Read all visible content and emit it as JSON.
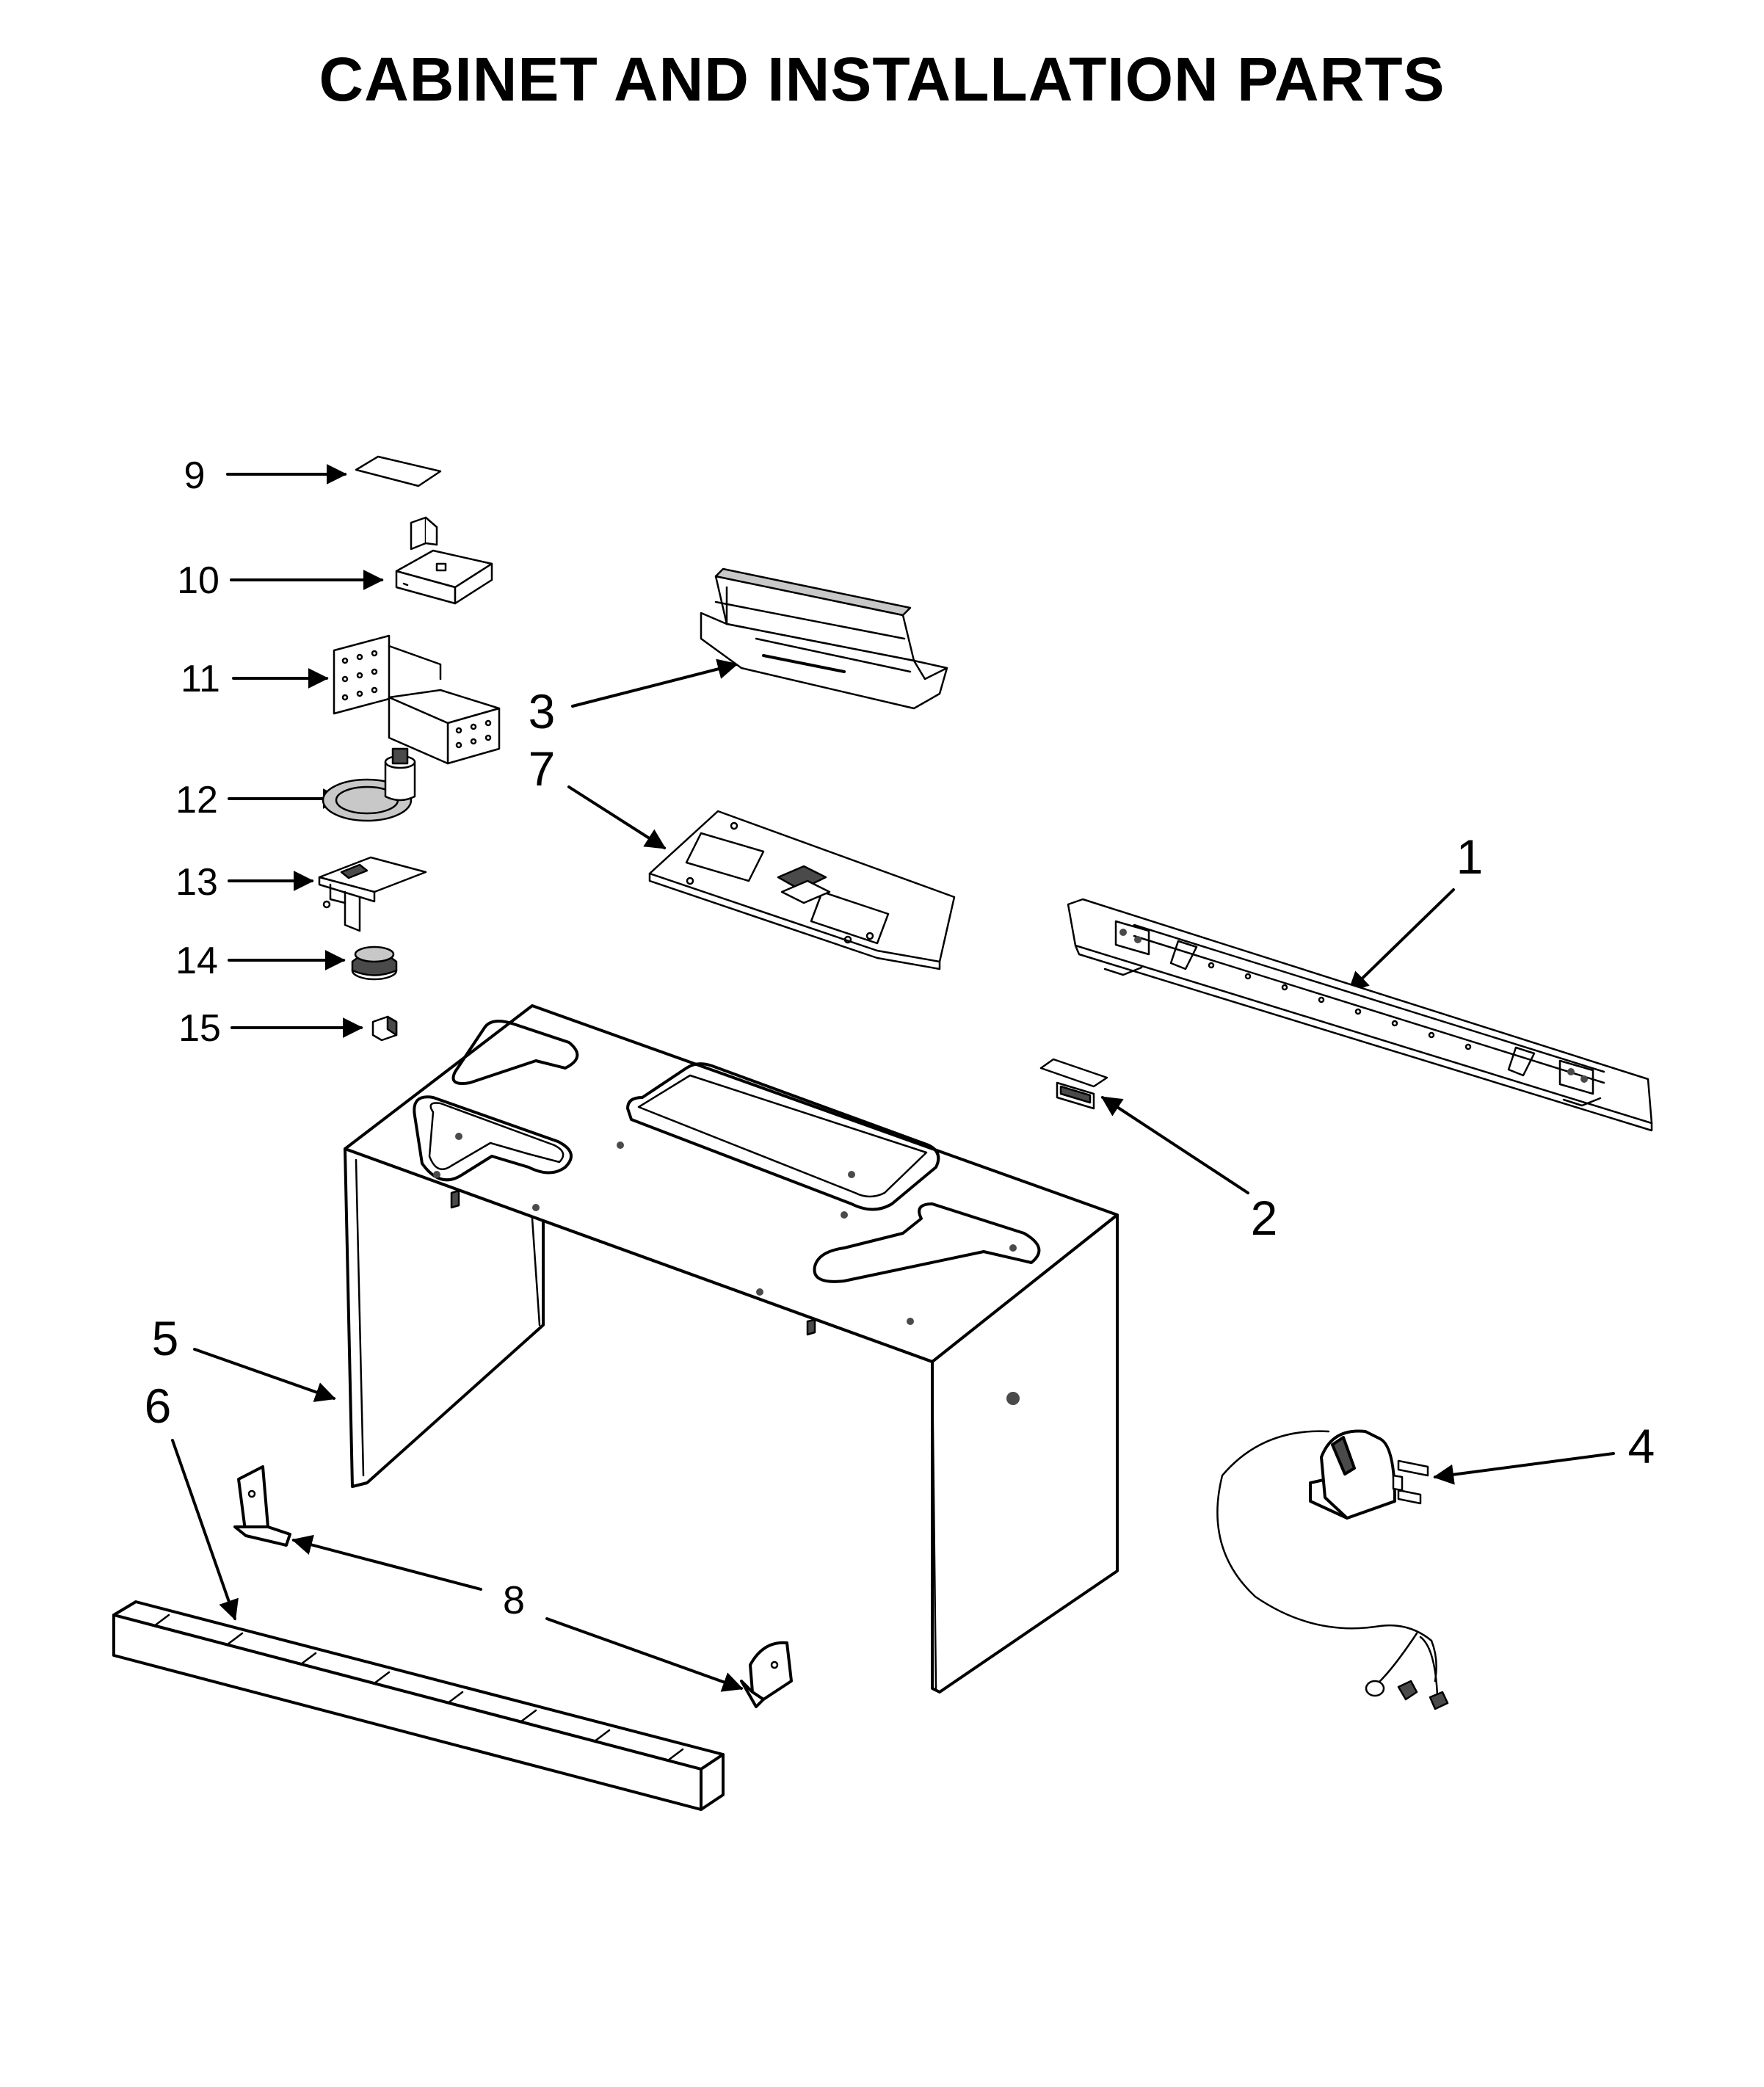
{
  "title": "CABINET AND INSTALLATION PARTS",
  "callouts": [
    {
      "id": "9",
      "label": "9"
    },
    {
      "id": "10",
      "label": "10"
    },
    {
      "id": "11",
      "label": "11"
    },
    {
      "id": "12",
      "label": "12"
    },
    {
      "id": "13",
      "label": "13"
    },
    {
      "id": "14",
      "label": "14"
    },
    {
      "id": "15",
      "label": "15"
    },
    {
      "id": "3",
      "label": "3"
    },
    {
      "id": "7",
      "label": "7"
    },
    {
      "id": "1",
      "label": "1"
    },
    {
      "id": "2",
      "label": "2"
    },
    {
      "id": "5",
      "label": "5"
    },
    {
      "id": "6",
      "label": "6"
    },
    {
      "id": "8",
      "label": "8"
    },
    {
      "id": "4",
      "label": "4"
    }
  ],
  "colors": {
    "ink": "#000000",
    "paper": "#ffffff",
    "shade": "#c8c8c8"
  }
}
